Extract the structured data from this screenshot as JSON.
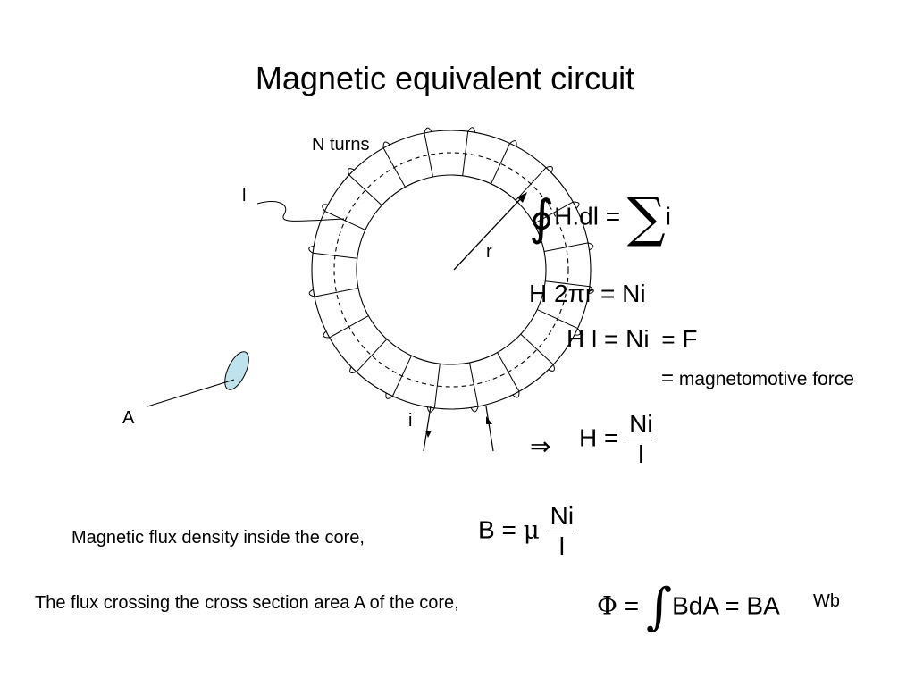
{
  "title": "Magnetic equivalent circuit",
  "labels": {
    "n_turns": "N turns",
    "l": "l",
    "r": "r",
    "a": "A",
    "i": "i"
  },
  "equations": {
    "eq1": {
      "integral": "∮",
      "lhs": "H.dl",
      "equals": "=",
      "sum": "∑",
      "rhs": "i"
    },
    "eq2": {
      "lhs": "H 2πr",
      "equals": "=",
      "rhs": "Ni"
    },
    "eq3": {
      "lhs": "H l",
      "equals": "=",
      "rhs": "Ni",
      "f_equals": "=",
      "f": "F"
    },
    "eq3_desc": {
      "equals": "=",
      "text": "magnetomotive force"
    },
    "eq4": {
      "implies": "⇒",
      "lhs": "H",
      "equals": "=",
      "num": "Ni",
      "den": "l"
    }
  },
  "statements": {
    "flux_density_text": "Magnetic flux density inside the core,",
    "flux_density_eq": {
      "lhs": "B",
      "equals": "=",
      "mu": "μ",
      "num": "Ni",
      "den": "l"
    },
    "flux_text": "The flux crossing the cross section area A of the core,",
    "flux_eq": {
      "phi": "Φ",
      "equals": "=",
      "integral": "∫",
      "mid": "BdA",
      "equals2": "=",
      "rhs": "BA"
    },
    "flux_unit": "Wb"
  },
  "colors": {
    "cross_section_fill": "#bfe3ec",
    "stroke": "#000000"
  }
}
